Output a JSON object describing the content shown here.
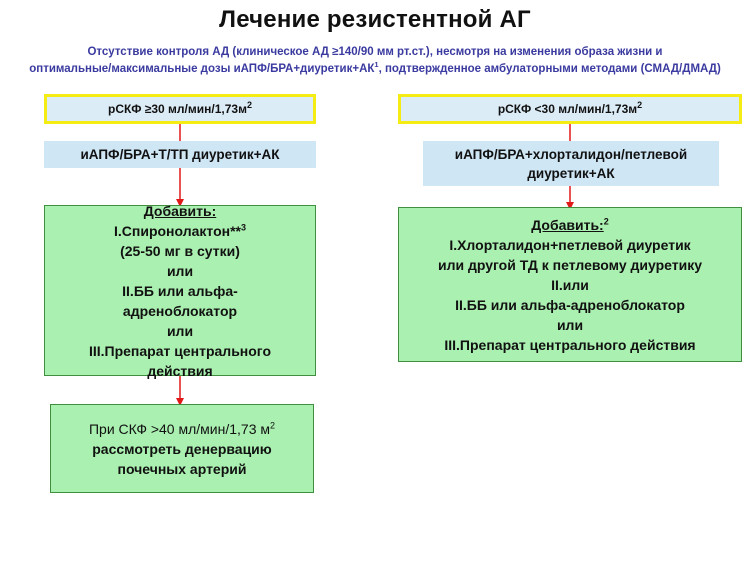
{
  "title": "Лечение резистентной АГ",
  "subtitle": {
    "line1": "Отсутствие контроля АД (клиническое АД ≥140/90 мм рт.ст.), несмотря на изменения образа жизни и",
    "line2a": "оптимальные/максимальные дозы иАПФ/БРА+диуретик+АК",
    "line2sup": "1",
    "line2b": ", подтвержденное амбулаторными методами (СМАД/ДМАД)"
  },
  "left": {
    "gfr_box": {
      "text": "рСКФ ≥30 мл/мин/1,73м",
      "sup": "2"
    },
    "therapy_box": {
      "text": "иАПФ/БРА+Т/ТП диуретик+АК"
    },
    "add_box": {
      "heading": "Добавить:",
      "item1": "I.Спиронолактон**",
      "item1_sup": "3",
      "item1_dose": "(25-50 мг в сутки)",
      "or1": "или",
      "item2a": "II.ББ или альфа-",
      "item2b": "адреноблокатор",
      "or2": "или",
      "item3a": "III.Препарат центрального",
      "item3b": "действия"
    },
    "denervation_box": {
      "line1": "При СКФ >40 мл/мин/1,73 м",
      "line1_sup": "2",
      "line2": "рассмотреть денервацию",
      "line3": "почечных артерий"
    }
  },
  "right": {
    "gfr_box": {
      "text": "рСКФ <30 мл/мин/1,73м",
      "sup": "2"
    },
    "therapy_box": {
      "line1": "иАПФ/БРА+хлорталидон/петлевой",
      "line2": "диуретик+АК"
    },
    "add_box": {
      "heading": "Добавить:",
      "heading_sup": "2",
      "item1a": "I.Хлорталидон+петлевой диуретик",
      "item1b": "или другой ТД к петлевому диуретику",
      "item2": "II.или",
      "item3": "II.ББ или альфа-адреноблокатор",
      "or": "или",
      "item4": "III.Препарат центрального действия"
    }
  },
  "colors": {
    "title": "#111111",
    "subtitle": "#3a3aa0",
    "yellow_border": "#f4ec12",
    "blue_fill": "#cfe6f5",
    "green_fill": "#aaf0b0",
    "green_border": "#3f8f3f",
    "arrow": "#e01818"
  }
}
